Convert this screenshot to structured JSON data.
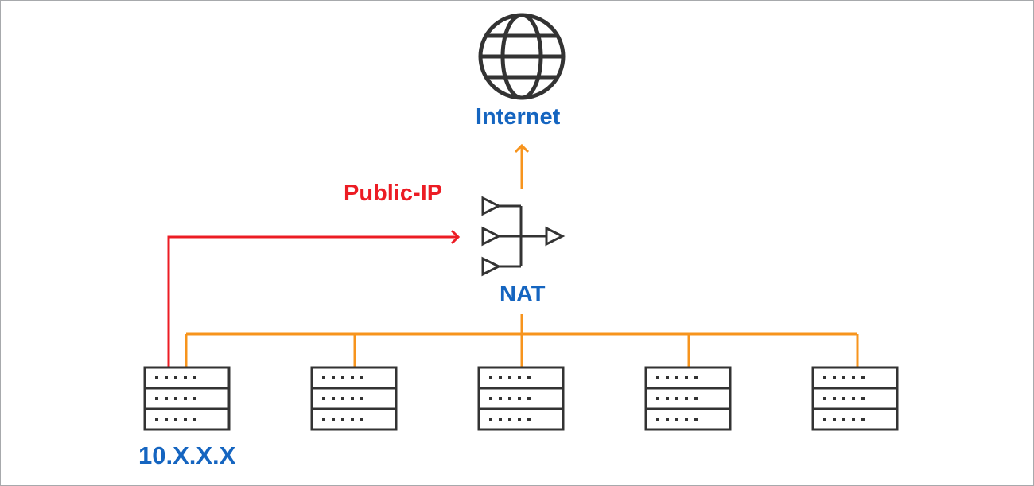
{
  "labels": {
    "internet": "Internet",
    "nat": "NAT",
    "public_ip": "Public-IP",
    "host_ip": "10.X.X.X"
  },
  "servers": [
    {
      "id": "server-1"
    },
    {
      "id": "server-2"
    },
    {
      "id": "server-3"
    },
    {
      "id": "server-4"
    },
    {
      "id": "server-5"
    }
  ],
  "colors": {
    "label_blue": "#1565c0",
    "public_ip_red": "#ec1c24",
    "link_orange": "#f7941d",
    "icon_stroke": "#333333",
    "border": "#a7a9ac"
  },
  "icons": {
    "internet": "globe-icon",
    "nat": "nat-router-icon",
    "server": "server-rack-icon"
  }
}
